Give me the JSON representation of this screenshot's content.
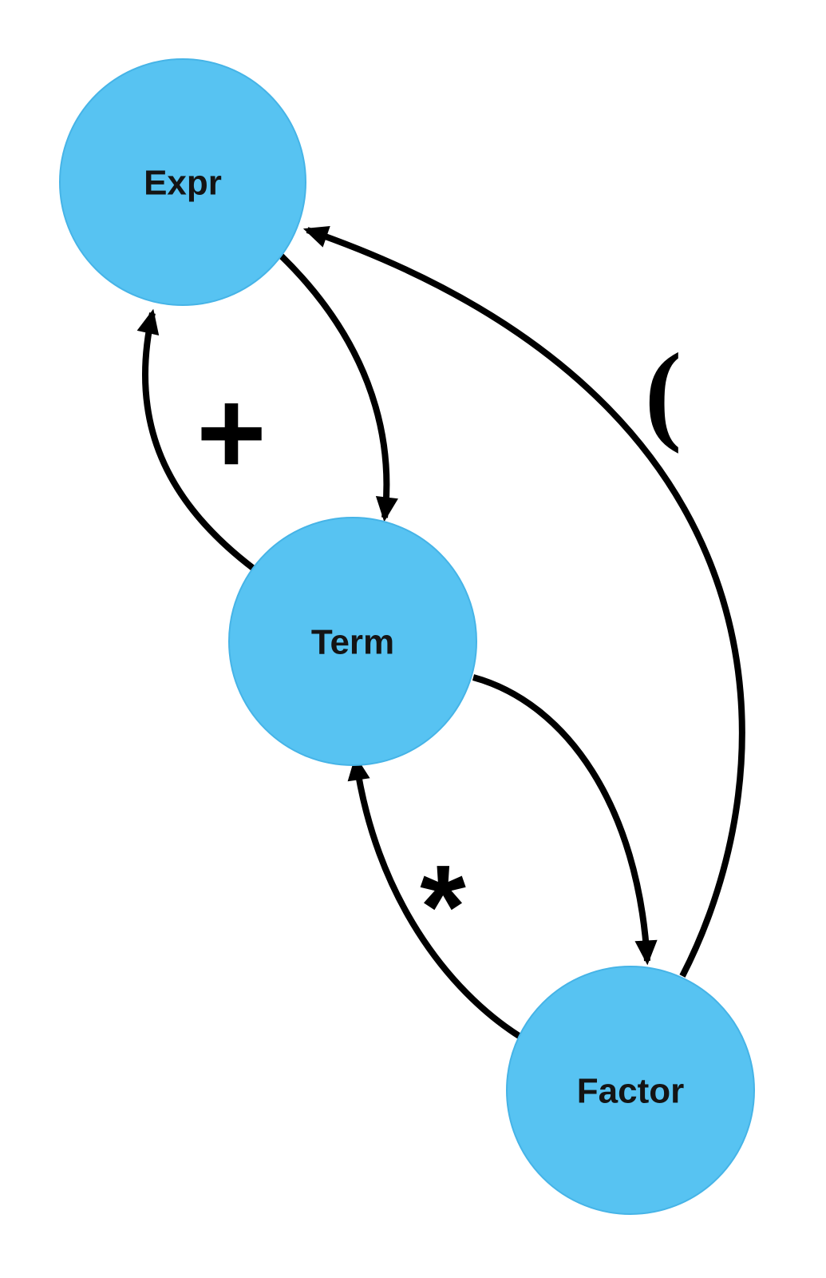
{
  "diagram": {
    "description": "Recursive grammar diagram with three non-terminal nodes connected by curved arrows",
    "nodes": [
      {
        "id": "expr",
        "label": "Expr"
      },
      {
        "id": "term",
        "label": "Term"
      },
      {
        "id": "factor",
        "label": "Factor"
      }
    ],
    "edges": [
      {
        "from": "Expr",
        "to": "Term",
        "label": ""
      },
      {
        "from": "Term",
        "to": "Expr",
        "label": "+"
      },
      {
        "from": "Term",
        "to": "Factor",
        "label": ""
      },
      {
        "from": "Factor",
        "to": "Term",
        "label": "*"
      },
      {
        "from": "Factor",
        "to": "Expr",
        "label": "("
      }
    ],
    "colors": {
      "background": "#ffffff",
      "node_fill": "#57c3f2",
      "node_border": "#46b4e7",
      "node_text": "#141414",
      "edge": "#000000",
      "edge_label": "#000000"
    }
  }
}
